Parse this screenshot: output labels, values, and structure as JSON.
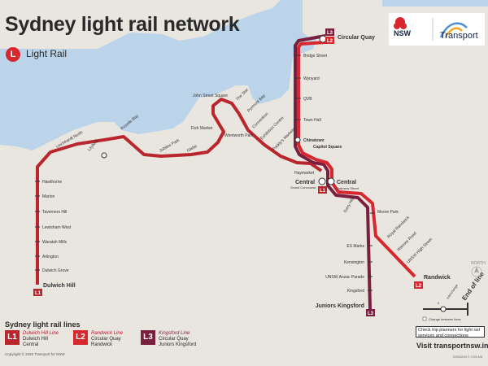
{
  "title": "Sydney light rail network",
  "mode_badge": "L",
  "mode_label": "Light Rail",
  "logo_nsw": "NSW",
  "logo_transport": "Transport",
  "legend": {
    "title": "Sydney light rail lines",
    "lines": [
      {
        "code": "L1",
        "name": "Dulwich Hill Line",
        "from": "Dulwich Hill",
        "to": "Central",
        "color": "#b9262e"
      },
      {
        "code": "L2",
        "name": "Randwick Line",
        "from": "Circular Quay",
        "to": "Randwick",
        "color": "#d7282f"
      },
      {
        "code": "L3",
        "name": "Kingsford Line",
        "from": "Circular Quay",
        "to": "Juniors Kingsford",
        "color": "#8c1d40"
      }
    ]
  },
  "scale": {
    "zero": "0",
    "dist1": "250m",
    "dist2": "500m",
    "label1": "Interchange",
    "label2": "End of line",
    "change": "Change between lines"
  },
  "north": "NORTH",
  "planner_text": "Check trip planners for light rail services and connections",
  "website": "Visit transportnsw.info",
  "copyright": "Copyright © 2020 Transport for NSW",
  "code": "DS00245 © C09 A/6",
  "colors": {
    "water": "#bcd4ea",
    "land": "#e9e6e0",
    "l1": "#b9262e",
    "l2": "#d7282f",
    "l3": "#7b1f3f"
  },
  "stations": {
    "circular_quay": "Circular Quay",
    "bridge_street": "Bridge Street",
    "wynyard": "Wynyard",
    "qvb": "QVB",
    "town_hall": "Town Hall",
    "chinatown": "Chinatown",
    "capitol_square": "Capitol Square",
    "haymarket": "Haymarket",
    "central_l": "Central",
    "grand_concourse": "Grand Concourse",
    "central_r": "Central",
    "chalmers": "Chalmers Street",
    "surry_hills": "Surry Hills",
    "moore_park": "Moore Park",
    "royal_randwick": "Royal Randwick",
    "wansey": "Wansey Road",
    "unsw_high": "UNSW High Street",
    "randwick": "Randwick",
    "es_marks": "ES Marks",
    "kensington": "Kensington",
    "unsw_anzac": "UNSW Anzac Parade",
    "kingsford": "Kingsford",
    "juniors_kingsford": "Juniors Kingsford",
    "dulwich_hill": "Dulwich Hill",
    "dulwich_grove": "Dulwich Grove",
    "arlington": "Arlington",
    "waratah": "Waratah Mills",
    "lewisham": "Lewisham West",
    "taverners": "Taverners Hill",
    "marion": "Marion",
    "hawthorne": "Hawthorne",
    "leichhardt": "Leichhardt North",
    "lilyfield": "Lilyfield",
    "rozelle": "Rozelle Bay",
    "jubilee": "Jubilee Park",
    "glebe": "Glebe",
    "wentworth": "Wentworth Park",
    "fish_market": "Fish Market",
    "john_street": "John Street Square",
    "the_star": "The Star",
    "pyrmont": "Pyrmont Bay",
    "convention": "Convention",
    "exhibition": "Exhibition Centre",
    "paddys": "Paddy's Markets"
  }
}
